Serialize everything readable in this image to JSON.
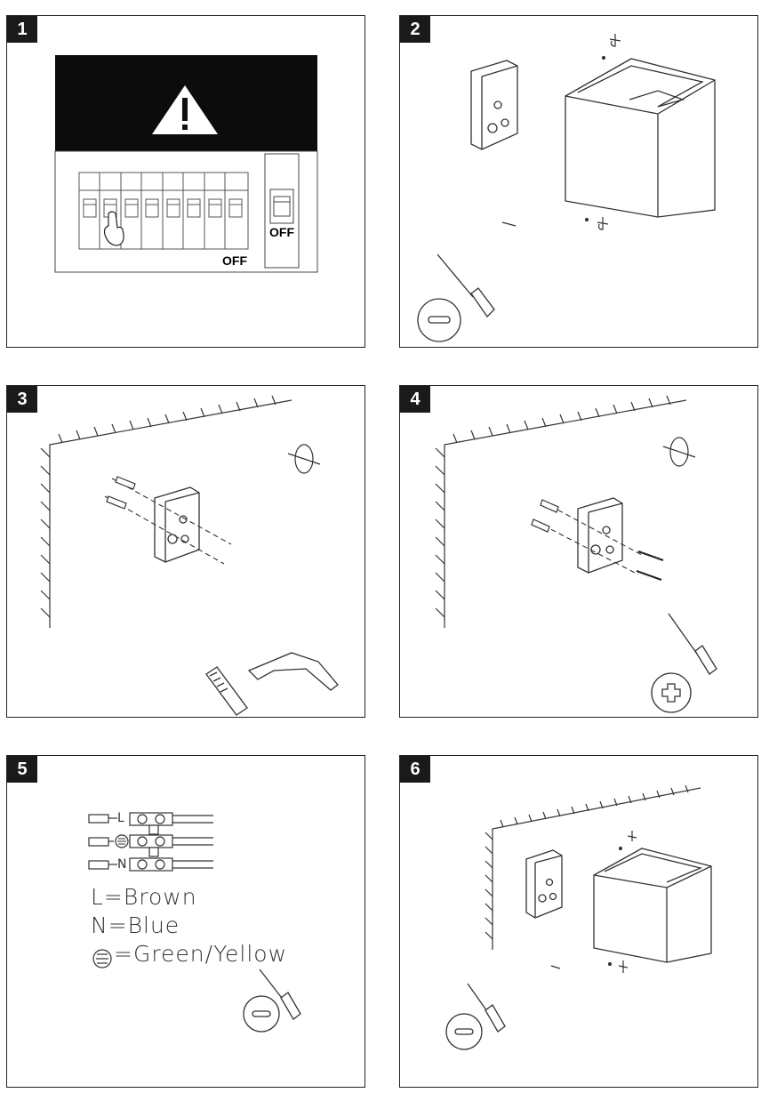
{
  "steps": [
    {
      "number": "1",
      "off_label_left": "OFF",
      "off_label_right": "OFF"
    },
    {
      "number": "2"
    },
    {
      "number": "3"
    },
    {
      "number": "4"
    },
    {
      "number": "5",
      "terminal_labels": [
        "L",
        "",
        "N"
      ],
      "legend": [
        "L=Brown",
        "N=Blue",
        "=Green/Yellow"
      ]
    },
    {
      "number": "6"
    }
  ],
  "icons": {
    "warning": "warning-triangle-icon",
    "ground": "ground-symbol-icon",
    "flat_screwdriver": "flat-screwdriver-icon",
    "phillips_screwdriver": "phillips-screwdriver-icon"
  }
}
